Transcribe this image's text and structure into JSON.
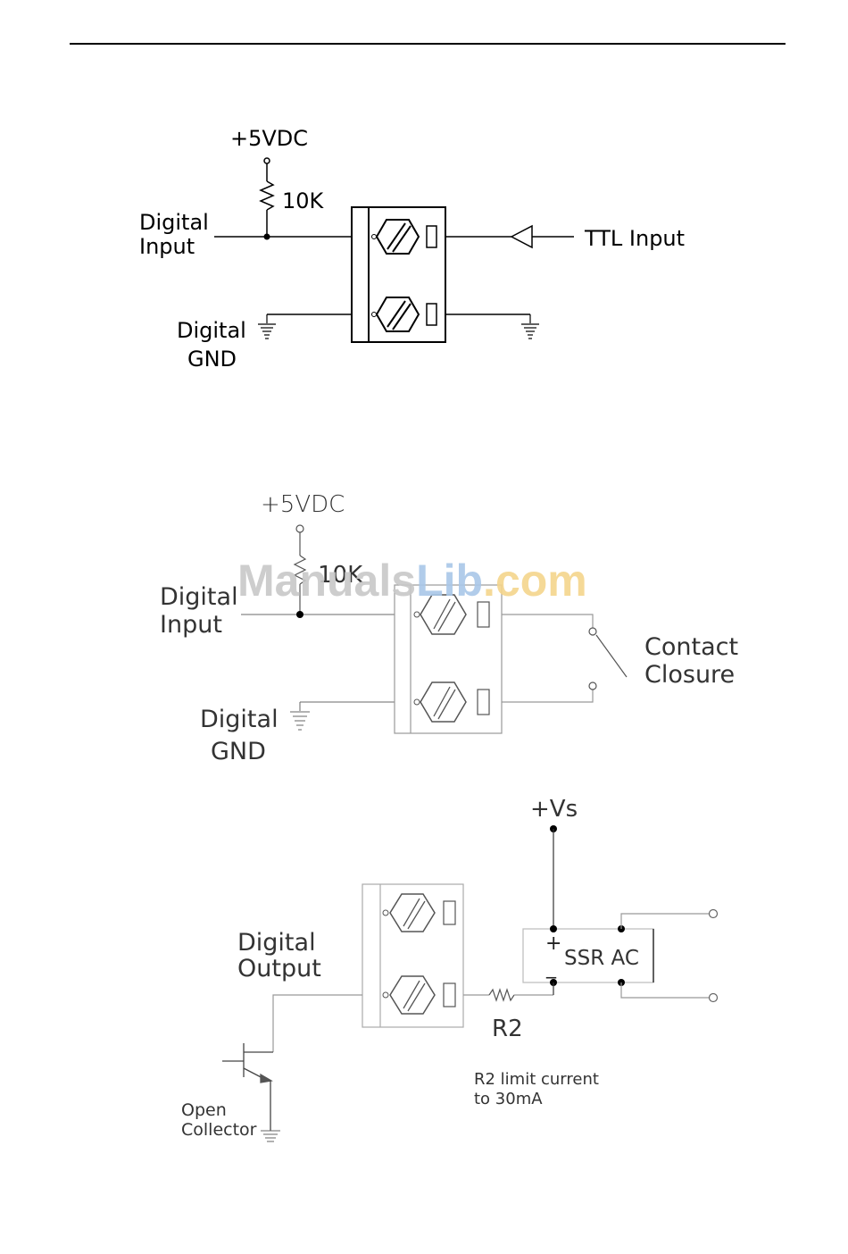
{
  "diagram1": {
    "supply": "+5VDC",
    "resistor": "10K",
    "input_line1": "Digital",
    "input_line2": "Input",
    "gnd_line1": "Digital",
    "gnd_line2": "GND",
    "source": "TTL  Input"
  },
  "diagram2": {
    "supply": "+5VDC",
    "resistor": "10K",
    "input_line1": "Digital",
    "input_line2": "Input",
    "gnd_line1": "Digital",
    "gnd_line2": "GND",
    "contact_line1": "Contact",
    "contact_line2": "Closure"
  },
  "diagram3": {
    "supply": "+Vs",
    "output_line1": "Digital",
    "output_line2": "Output",
    "plus": "+",
    "minus": "_",
    "ssr": "SSR  AC",
    "resistor": "R2",
    "note_line1": "R2  limit  current",
    "note_line2": "to  30mA",
    "collector_line1": "Open",
    "collector_line2": "Collector"
  },
  "watermark": {
    "part1": "Manuals",
    "part2": "Lib",
    "part3": ".com"
  },
  "colors": {
    "line": "#000000",
    "faint_line": "#555555",
    "watermark_gray": "#c8c8c8",
    "watermark_blue": "#a9c7e8",
    "watermark_orange": "#f5d58c"
  }
}
